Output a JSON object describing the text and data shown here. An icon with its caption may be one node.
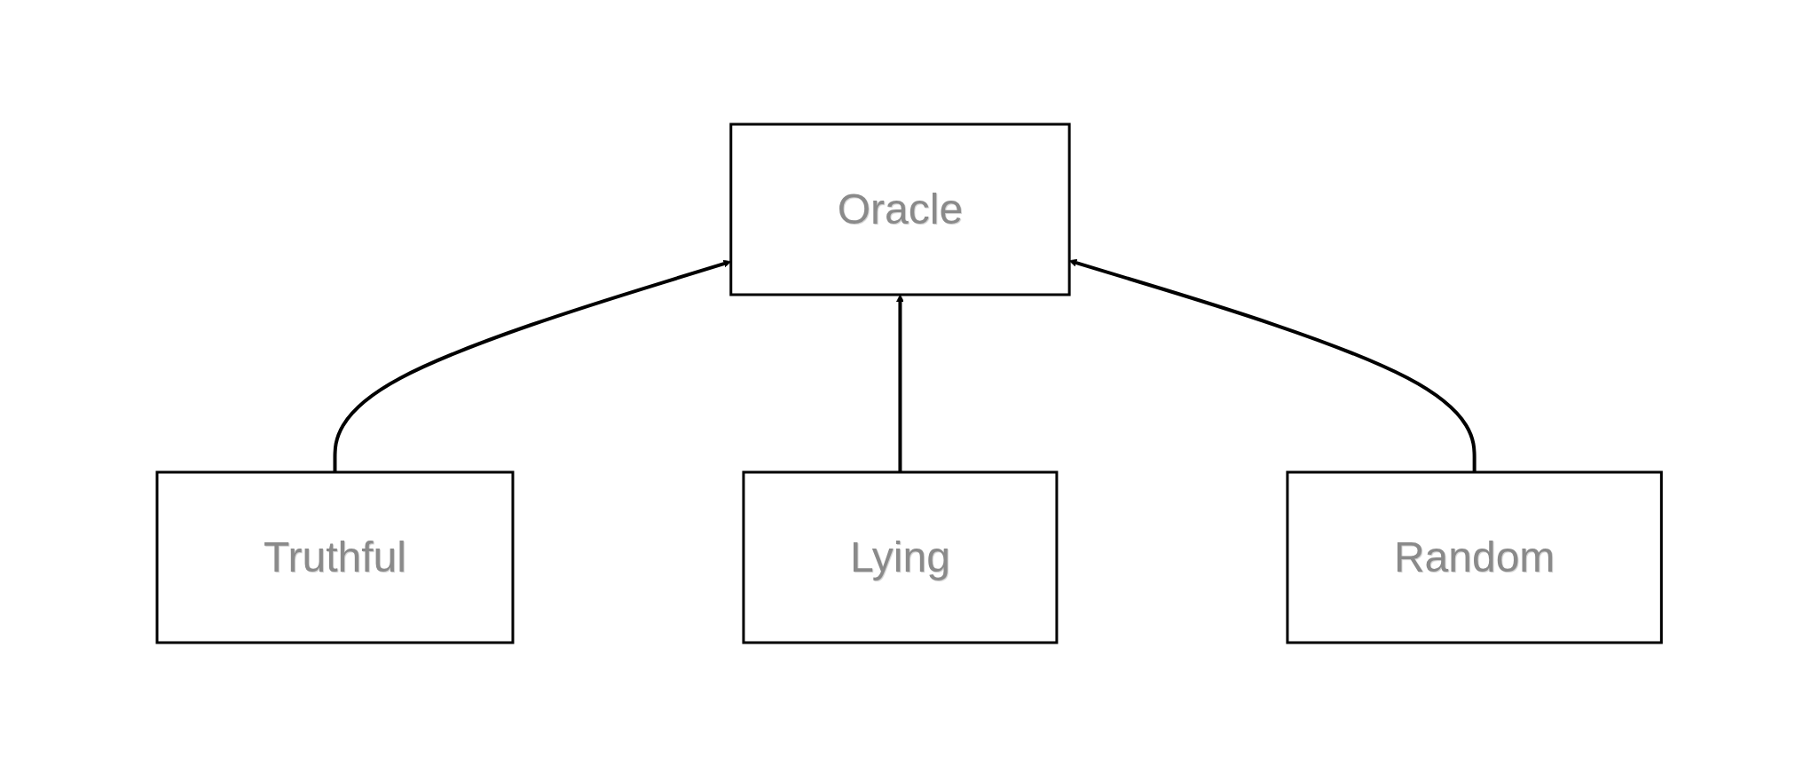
{
  "diagram": {
    "nodes": [
      {
        "text": [
          "Oracle"
        ]
      },
      {
        "text": [
          "Truthful"
        ]
      },
      {
        "text": [
          "Lying"
        ]
      },
      {
        "text": [
          "Random"
        ]
      }
    ],
    "edges": [
      {
        "from": 1,
        "to": 0,
        "arrow": "to"
      },
      {
        "from": 2,
        "to": 0,
        "arrow": "to"
      },
      {
        "from": 3,
        "to": 0,
        "arrow": "to"
      }
    ]
  }
}
